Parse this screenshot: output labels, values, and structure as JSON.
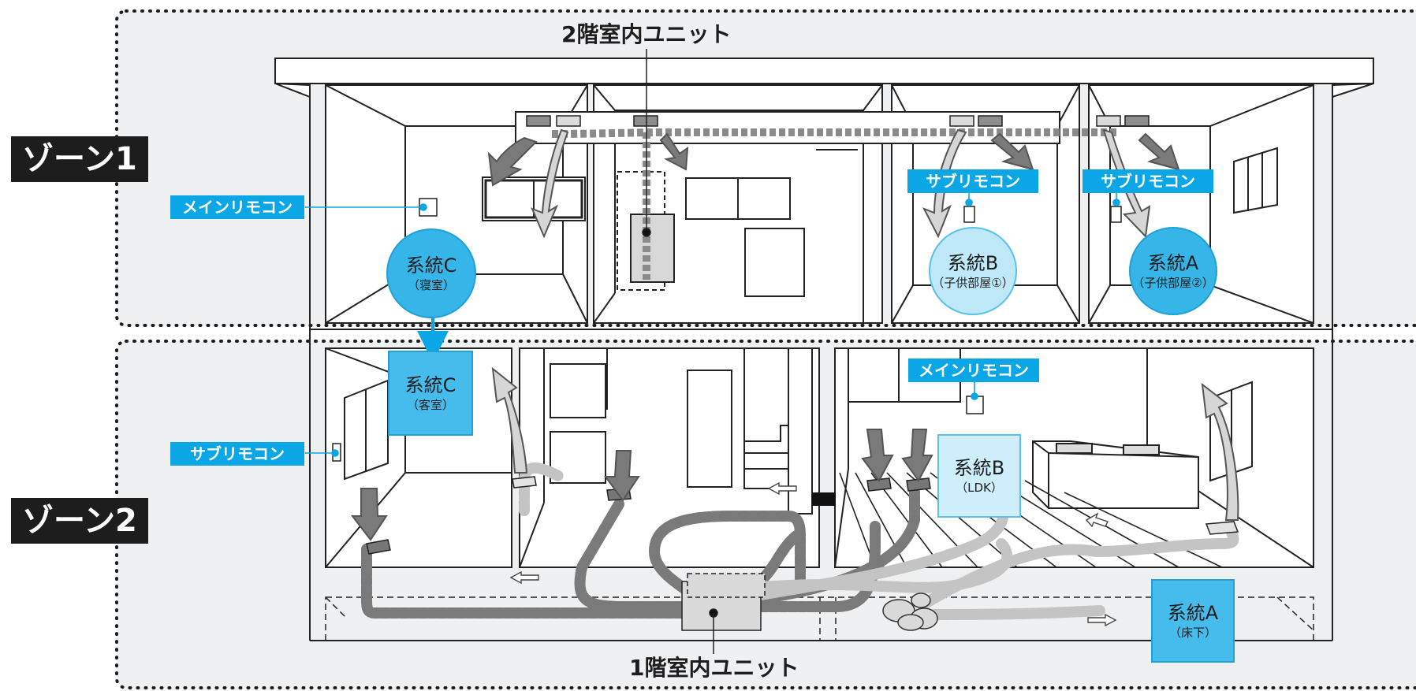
{
  "zones": [
    {
      "label": "ゾーン1"
    },
    {
      "label": "ゾーン2"
    }
  ],
  "units": {
    "upper": "2階室内ユニット",
    "lower": "1階室内ユニット"
  },
  "remotes": {
    "main": "メインリモコン",
    "sub": "サブリモコン"
  },
  "systems": {
    "c_upper": {
      "name": "系統C",
      "room": "（寝室）"
    },
    "b_upper": {
      "name": "系統B",
      "room": "（子供部屋①）"
    },
    "a_upper": {
      "name": "系統A",
      "room": "（子供部屋②）"
    },
    "c_lower": {
      "name": "系統C",
      "room": "（客室）"
    },
    "b_lower": {
      "name": "系統B",
      "room": "（LDK）"
    },
    "a_lower": {
      "name": "系統A",
      "room": "（床下）"
    }
  },
  "colors": {
    "accent": "#0aa6e6",
    "system_dark": "#35b5e8",
    "system_light": "#bfe8f9",
    "zone_tag": "#1d1d1d",
    "duct": "#8a8a8a",
    "zone_background": "#eff0f2"
  }
}
